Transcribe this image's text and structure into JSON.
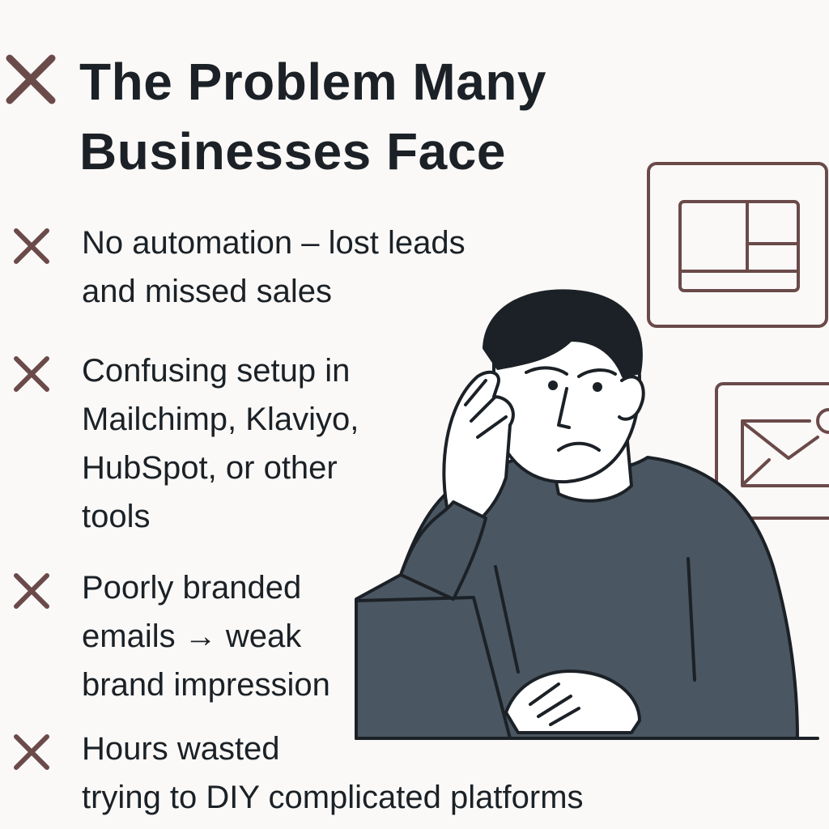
{
  "title": "The Problem Many Businesses Face",
  "title_icon": "cross-icon",
  "accent_color": "#6b4a4a",
  "shirt_color": "#4a5661",
  "bullets": [
    {
      "icon": "cross-icon",
      "text": "No automation – lost leads\nand missed sales"
    },
    {
      "icon": "cross-icon",
      "text": "Confusing setup in\nMailchimp, Klaviyo,\nHubSpot, or other\ntools"
    },
    {
      "icon": "cross-icon",
      "text": "Poorly branded\nemails → weak\nbrand impression"
    },
    {
      "icon": "cross-icon",
      "text": "Hours wasted\ntrying to DIY complicated platforms"
    }
  ]
}
